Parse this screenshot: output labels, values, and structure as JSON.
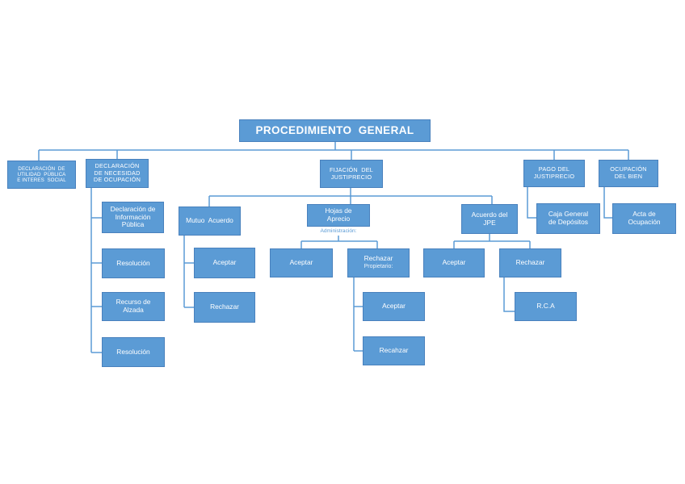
{
  "colors": {
    "box_fill": "#5b9bd5",
    "box_border": "#4981bd",
    "connector": "#5b9bd5",
    "node_text": "#ffffff",
    "annotation": "#5b9bd5"
  },
  "diagram": {
    "root": {
      "label": "PROCEDIMIENTO  GENERAL"
    },
    "level2": {
      "utilidad": {
        "label": "DECLARACIÓN  DE\nUTILIDAD  PÚBLICA\nE INTERES  SOCIAL"
      },
      "necesidad": {
        "label": "DECLARACIÓN\nDE NECESIDAD\nDE OCUPACIÓN"
      },
      "fijacion": {
        "label": "FIJACIÓN  DEL\nJUSTIPRECIO"
      },
      "pago": {
        "label": "PAGO DEL\nJUSTIPRECIO"
      },
      "ocupacion": {
        "label": "OCUPACIÓN\nDEL BIEN"
      }
    },
    "necesidad_children": {
      "info_publica": {
        "label": "Declaración de\nInformación\nPública"
      },
      "resolucion1": {
        "label": "Resolución"
      },
      "recurso": {
        "label": "Recurso de\nAlzada"
      },
      "resolucion2": {
        "label": "Resolución"
      }
    },
    "mutuo": {
      "label": "Mutuo  Acuerdo",
      "aceptar": "Aceptar",
      "rechazar": "Rechazar"
    },
    "hojas": {
      "label": "Hojas de\nAprecio",
      "sublabel": "Administración:",
      "aceptar": "Aceptar",
      "rechazar": "Rechazar",
      "rechazar_sublabel": "Propietario:",
      "rechazar_aceptar": "Aceptar",
      "rechazar_rechazar": "Recahzar"
    },
    "jpe": {
      "label": "Acuerdo del\nJPE",
      "aceptar": "Aceptar",
      "rechazar": "Rechazar",
      "rca": "R.C.A"
    },
    "pago_child": {
      "label": "Caja General\nde Depósitos"
    },
    "ocupacion_child": {
      "label": "Acta de\nOcupación"
    }
  }
}
